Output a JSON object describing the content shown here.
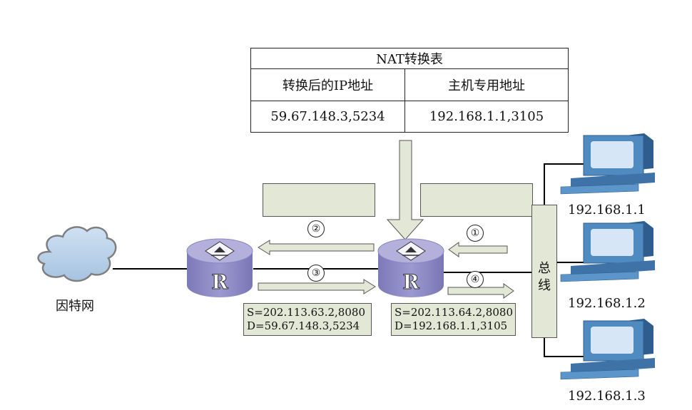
{
  "nat_table": {
    "title": "NAT转换表",
    "col_translated": "转换后的IP地址",
    "col_private": "主机专用地址",
    "row_translated": "59.67.148.3,5234",
    "row_private": "192.168.1.1,3105"
  },
  "internet_label": "因特网",
  "bus_label": [
    "总",
    "线"
  ],
  "router_letter": "R",
  "step_numbers": [
    "②",
    "③",
    "①",
    "④"
  ],
  "packet_left": [
    "S=202.113.63.2,8080",
    "D=59.67.148.3,5234"
  ],
  "packet_right": [
    "S=202.113.64.2,8080",
    "D=192.168.1.1,3105"
  ],
  "hosts": [
    "192.168.1.1",
    "192.168.1.2",
    "192.168.1.3"
  ],
  "colors": {
    "box_fill": "#e3e8d6",
    "router_top": "#b3b0dc",
    "router_side": "#8a86c2",
    "cloud": "#b9d3ea",
    "monitor": "#4f8ac0",
    "screen": "#d6e6f6"
  }
}
